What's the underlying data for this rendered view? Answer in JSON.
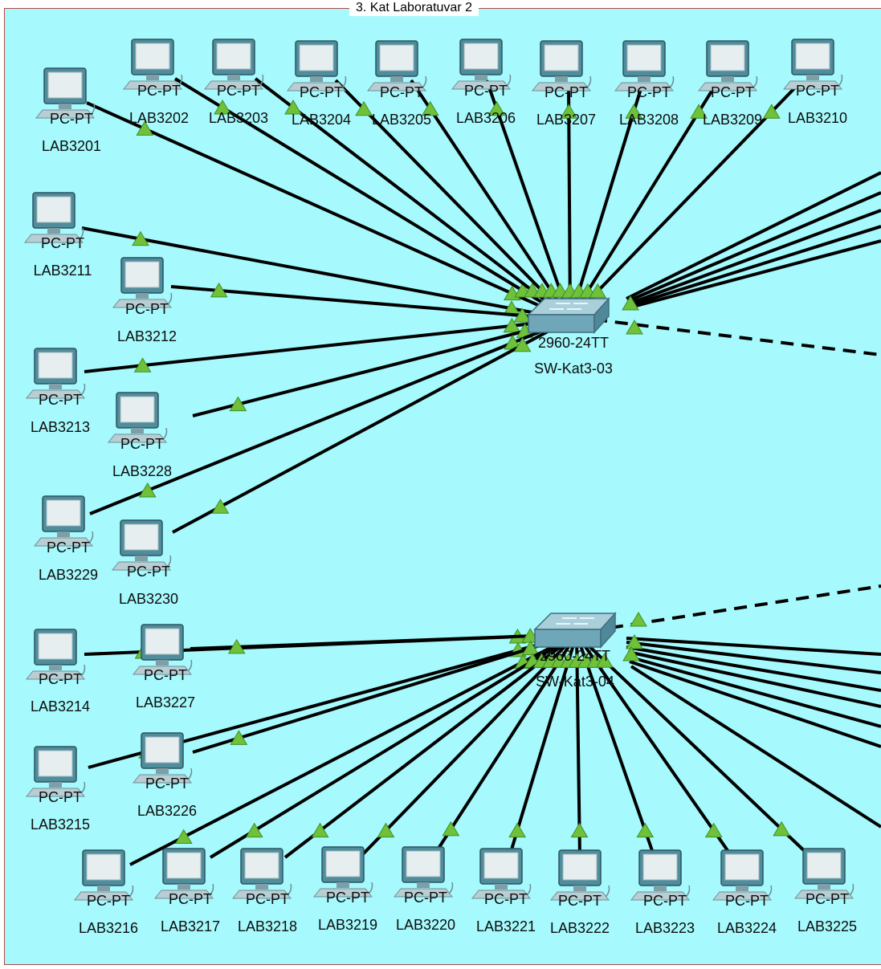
{
  "area": {
    "title": "3. Kat Laboratuvar 2",
    "border_color": "#b04848",
    "background": "#a6f9fc"
  },
  "colors": {
    "link": "#000000",
    "link_light": "#00ff44",
    "pc_body": "#4f8c9c",
    "switch_body": "#6fa7b8"
  },
  "switches": [
    {
      "id": "sw3",
      "model": "2960-24TT",
      "name": "SW-Kat3-03"
    },
    {
      "id": "sw4",
      "model": "2960-24TT",
      "name": "SW-Kat3-04"
    }
  ],
  "pcs": [
    {
      "type": "PC-PT",
      "name": "LAB3201",
      "switch": "sw3"
    },
    {
      "type": "PC-PT",
      "name": "LAB3202",
      "switch": "sw3"
    },
    {
      "type": "PC-PT",
      "name": "LAB3203",
      "switch": "sw3"
    },
    {
      "type": "PC-PT",
      "name": "LAB3204",
      "switch": "sw3"
    },
    {
      "type": "PC-PT",
      "name": "LAB3205",
      "switch": "sw3"
    },
    {
      "type": "PC-PT",
      "name": "LAB3206",
      "switch": "sw3"
    },
    {
      "type": "PC-PT",
      "name": "LAB3207",
      "switch": "sw3"
    },
    {
      "type": "PC-PT",
      "name": "LAB3208",
      "switch": "sw3"
    },
    {
      "type": "PC-PT",
      "name": "LAB3209",
      "switch": "sw3"
    },
    {
      "type": "PC-PT",
      "name": "LAB3210",
      "switch": "sw3"
    },
    {
      "type": "PC-PT",
      "name": "LAB3211",
      "switch": "sw3"
    },
    {
      "type": "PC-PT",
      "name": "LAB3212",
      "switch": "sw3"
    },
    {
      "type": "PC-PT",
      "name": "LAB3213",
      "switch": "sw3"
    },
    {
      "type": "PC-PT",
      "name": "LAB3228",
      "switch": "sw3"
    },
    {
      "type": "PC-PT",
      "name": "LAB3229",
      "switch": "sw3"
    },
    {
      "type": "PC-PT",
      "name": "LAB3230",
      "switch": "sw3"
    },
    {
      "type": "PC-PT",
      "name": "LAB3214",
      "switch": "sw4"
    },
    {
      "type": "PC-PT",
      "name": "LAB3227",
      "switch": "sw4"
    },
    {
      "type": "PC-PT",
      "name": "LAB3215",
      "switch": "sw4"
    },
    {
      "type": "PC-PT",
      "name": "LAB3226",
      "switch": "sw4"
    },
    {
      "type": "PC-PT",
      "name": "LAB3216",
      "switch": "sw4"
    },
    {
      "type": "PC-PT",
      "name": "LAB3217",
      "switch": "sw4"
    },
    {
      "type": "PC-PT",
      "name": "LAB3218",
      "switch": "sw4"
    },
    {
      "type": "PC-PT",
      "name": "LAB3219",
      "switch": "sw4"
    },
    {
      "type": "PC-PT",
      "name": "LAB3220",
      "switch": "sw4"
    },
    {
      "type": "PC-PT",
      "name": "LAB3221",
      "switch": "sw4"
    },
    {
      "type": "PC-PT",
      "name": "LAB3222",
      "switch": "sw4"
    },
    {
      "type": "PC-PT",
      "name": "LAB3223",
      "switch": "sw4"
    },
    {
      "type": "PC-PT",
      "name": "LAB3224",
      "switch": "sw4"
    },
    {
      "type": "PC-PT",
      "name": "LAB3225",
      "switch": "sw4"
    }
  ]
}
